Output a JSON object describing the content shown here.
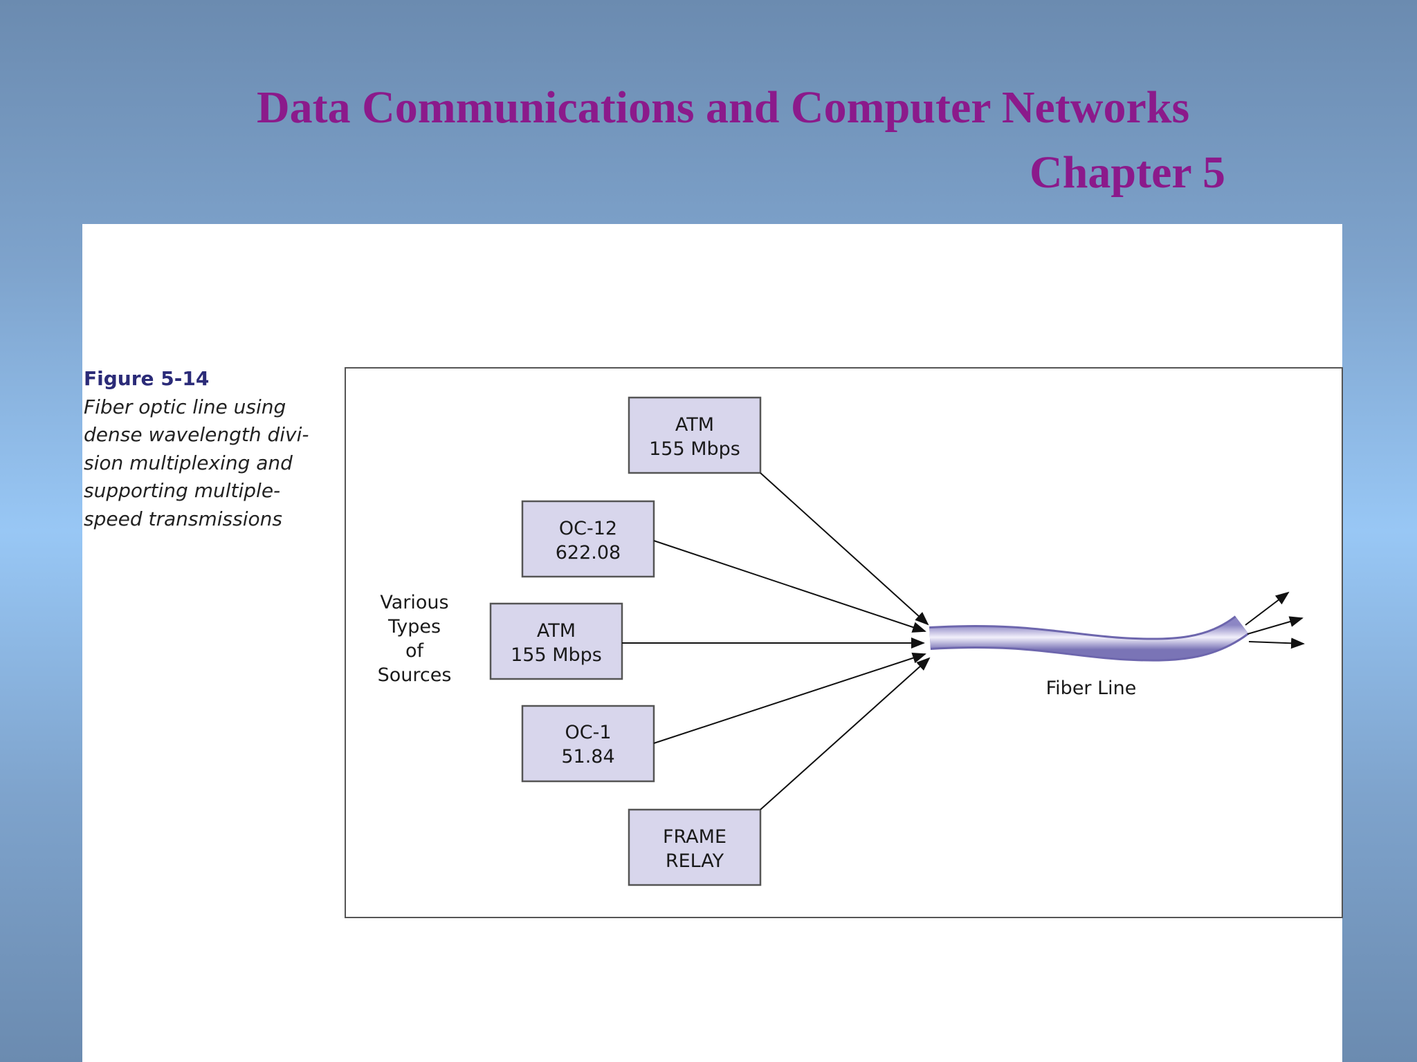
{
  "header": {
    "title": "Data Communications and Computer Networks",
    "chapter": "Chapter 5"
  },
  "figure": {
    "label": "Figure 5-14",
    "caption": "Fiber optic line using dense wavelength divi- sion multiplexing and supporting multiple- speed transmissions"
  },
  "diagram": {
    "sources_label": [
      "Various",
      "Types",
      "of",
      "Sources"
    ],
    "fiber_label": "Fiber Line",
    "sources": [
      {
        "line1": "ATM",
        "line2": "155 Mbps"
      },
      {
        "line1": "OC-12",
        "line2": "622.08"
      },
      {
        "line1": "ATM",
        "line2": "155 Mbps"
      },
      {
        "line1": "OC-1",
        "line2": "51.84"
      },
      {
        "line1": "FRAME",
        "line2": "RELAY"
      }
    ]
  },
  "colors": {
    "title": "#8b1a8b",
    "box_fill": "#d8d6ec",
    "figure_label": "#2b2b78"
  }
}
